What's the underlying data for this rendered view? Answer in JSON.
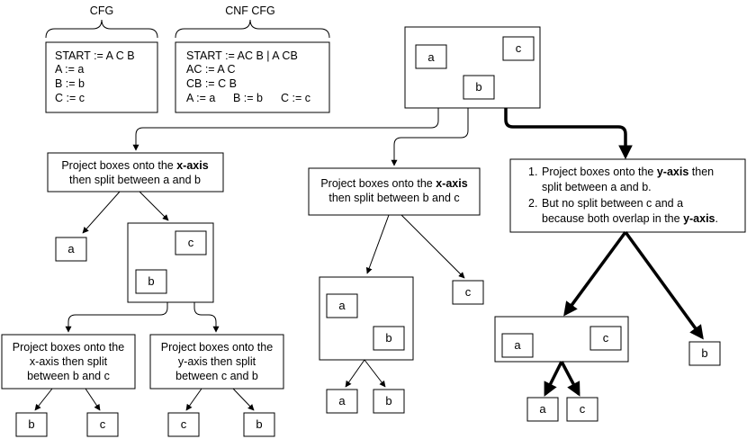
{
  "grammars": {
    "cfg": {
      "title": "CFG",
      "rules": [
        "START := A C B",
        "A := a",
        "B := b",
        "C := c"
      ]
    },
    "cnf": {
      "title": "CNF CFG",
      "rules": [
        "START := AC B | A CB",
        "AC := A C",
        "CB := C B",
        "A := a",
        "B := b",
        "C := c"
      ]
    }
  },
  "steps": {
    "left": {
      "line1_pre": "Project boxes onto the ",
      "line1_bold": "x-axis",
      "line2": "then split between a and b"
    },
    "middle": {
      "line1_pre": "Project boxes onto the ",
      "line1_bold": "x-axis",
      "line2": "then split between b and c"
    },
    "right": {
      "item1_num": "1.",
      "item1_line1_pre": "Project boxes onto the ",
      "item1_line1_bold": "y-axis",
      "item1_line1_post": " then",
      "item1_line2": "split between a and b.",
      "item2_num": "2.",
      "item2_line1": "But no split between c and a",
      "item2_line2_pre": "because both overlap in the ",
      "item2_line2_bold": "y-axis",
      "item2_line2_post": "."
    },
    "left_left": {
      "line1": "Project boxes onto the",
      "line2": "x-axis then split",
      "line3": "between b and c"
    },
    "left_right": {
      "line1": "Project boxes onto the",
      "line2": "y-axis then split",
      "line3": "between c and b"
    }
  },
  "symbols": {
    "a": "a",
    "b": "b",
    "c": "c"
  }
}
